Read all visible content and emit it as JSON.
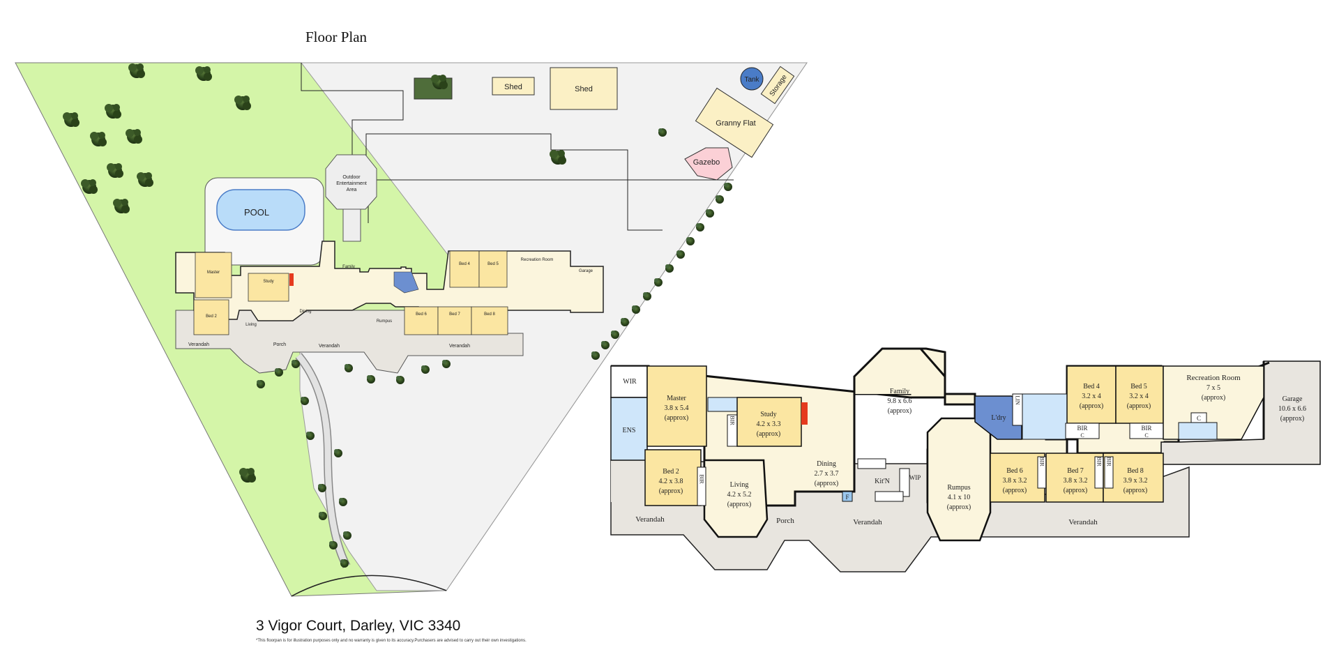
{
  "header": {
    "title": "Floor Plan"
  },
  "footer": {
    "address": "3 Vigor Court, Darley, VIC 3340",
    "disclaimer": "*This floorpan is for illustration purposes only and no warranty is given to its accuracy.Purchasers are advised to carry out their own investigations."
  },
  "colors": {
    "lawn": "#d4f5a8",
    "paving": "#f2f2f2",
    "bedroom": "#fbe6a2",
    "living": "#fbf5dd",
    "wet": "#cfe6fa",
    "laundry": "#6c8fd0",
    "verandah": "#e8e5df",
    "pool": "#b9dcf9",
    "tank": "#4a7cc7",
    "gazebo": "#fbd0d6"
  },
  "site": {
    "pool": "POOL",
    "outdoor": [
      "Outdoor",
      "Entertainment",
      "Area"
    ],
    "shed_small": "Shed",
    "shed_large": "Shed",
    "tank": "Tank",
    "storage": "Storage",
    "granny_flat": "Granny Flat",
    "gazebo": "Gazebo"
  },
  "rooms": {
    "wir": "WIR",
    "ens": "ENS",
    "master": {
      "name": "Master",
      "size": "3.8 x 5.4",
      "approx": "(approx)"
    },
    "bed2": {
      "name": "Bed 2",
      "size": "4.2 x 3.8",
      "approx": "(approx)"
    },
    "study": {
      "name": "Study",
      "size": "4.2 x 3.3",
      "approx": "(approx)"
    },
    "living": {
      "name": "Living",
      "size": "4.2 x 5.2",
      "approx": "(approx)"
    },
    "dining": {
      "name": "Dining",
      "size": "2.7 x 3.7",
      "approx": "(approx)"
    },
    "family": {
      "name": "Family",
      "size": "9.8 x 6.6",
      "approx": "(approx)"
    },
    "kitchen": "Kit'N",
    "wip": "WIP",
    "fridge": "F",
    "rumpus": {
      "name": "Rumpus",
      "size": "4.1 x 10",
      "approx": "(approx)"
    },
    "laundry": "L'dry",
    "lin": "LIN",
    "bir": "BIR",
    "cupboard": "C",
    "bed4": {
      "name": "Bed 4",
      "size": "3.2 x 4",
      "approx": "(approx)"
    },
    "bed5": {
      "name": "Bed 5",
      "size": "3.2 x 4",
      "approx": "(approx)"
    },
    "recreation": {
      "name": "Recreation Room",
      "size": "7 x 5",
      "approx": "(approx)"
    },
    "garage": {
      "name": "Garage",
      "size": "10.6 x 6.6",
      "approx": "(approx)"
    },
    "bed6": {
      "name": "Bed 6",
      "size": "3.8 x 3.2",
      "approx": "(approx)"
    },
    "bed7": {
      "name": "Bed 7",
      "size": "3.8 x 3.2",
      "approx": "(approx)"
    },
    "bed8": {
      "name": "Bed 8",
      "size": "3.9 x 3.2",
      "approx": "(approx)"
    },
    "verandah": "Verandah",
    "porch": "Porch"
  }
}
